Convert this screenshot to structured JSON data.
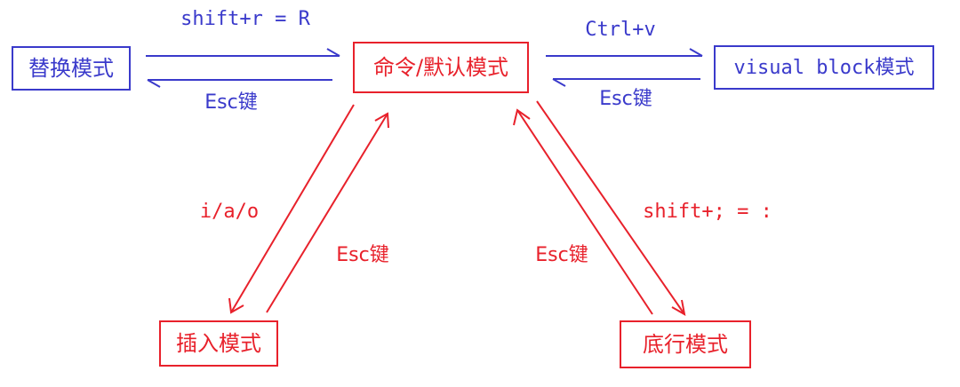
{
  "colors": {
    "blue": "#3a3acb",
    "red": "#e8212b"
  },
  "nodes": {
    "command_mode": "命令/默认模式",
    "replace_mode": "替换模式",
    "visual_block_mode": "visual block模式",
    "insert_mode": "插入模式",
    "last_line_mode": "底行模式"
  },
  "edges": {
    "to_replace": "shift+r = R",
    "from_replace": "Esc键",
    "to_visual_block": "Ctrl+v",
    "from_visual_block": "Esc键",
    "to_insert": "i/a/o",
    "from_insert": "Esc键",
    "to_last_line": "shift+; = :",
    "from_last_line": "Esc键"
  }
}
